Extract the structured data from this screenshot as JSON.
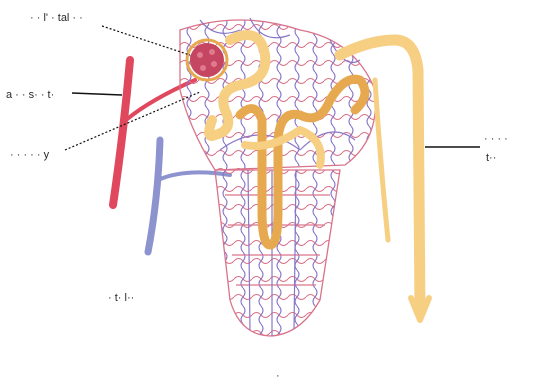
{
  "labels": {
    "top_left": "· · l' · tal · ·",
    "left_upper": "a · · s· · t·",
    "left_lower": "· · · · · y",
    "right_line1": "· · · ·",
    "right_line2": "t··",
    "bottom_left": "· t· l··",
    "bottom_center": "·"
  },
  "colors": {
    "artery": "#e0485e",
    "vein": "#8c93cf",
    "tubule": "#f6cf83",
    "tubule_dark": "#e7a94f",
    "capillary_red": "#d9738a",
    "capillary_blue": "#8877c8",
    "leader": "#111111"
  }
}
